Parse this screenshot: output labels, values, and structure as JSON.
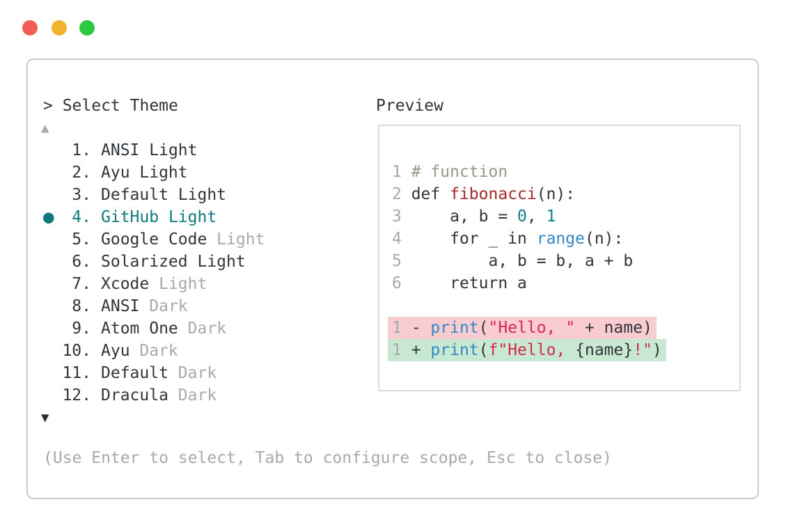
{
  "window": {
    "traffic_lights": [
      {
        "name": "close",
        "color": "#f35b55"
      },
      {
        "name": "minimize",
        "color": "#f2b32c"
      },
      {
        "name": "zoom",
        "color": "#2cc940"
      }
    ]
  },
  "colors": {
    "teal": "#0f7a7d",
    "text": "#30353a",
    "muted": "#a9a9a9",
    "comment": "#999988",
    "fn-red": "#a32b2b",
    "number-teal": "#0d8085",
    "builtin-blue": "#3389c5",
    "string-crimson": "#d6294f",
    "del-bg": "#f8ccd0",
    "add-bg": "#c8e8d2",
    "border": "#cbcbcb",
    "preview-border": "#dcdcdc"
  },
  "picker": {
    "title": "> Select Theme",
    "scroll_up": "▲",
    "scroll_down": "▼",
    "selected_marker": "●",
    "items": [
      {
        "number": "1.",
        "name": "ANSI",
        "variant": "Light",
        "variant_muted": false,
        "selected": false
      },
      {
        "number": "2.",
        "name": "Ayu",
        "variant": "Light",
        "variant_muted": false,
        "selected": false
      },
      {
        "number": "3.",
        "name": "Default",
        "variant": "Light",
        "variant_muted": false,
        "selected": false
      },
      {
        "number": "4.",
        "name": "GitHub",
        "variant": "Light",
        "variant_muted": false,
        "selected": true
      },
      {
        "number": "5.",
        "name": "Google Code",
        "variant": "Light",
        "variant_muted": true,
        "selected": false
      },
      {
        "number": "6.",
        "name": "Solarized",
        "variant": "Light",
        "variant_muted": false,
        "selected": false
      },
      {
        "number": "7.",
        "name": "Xcode",
        "variant": "Light",
        "variant_muted": true,
        "selected": false
      },
      {
        "number": "8.",
        "name": "ANSI",
        "variant": "Dark",
        "variant_muted": true,
        "selected": false
      },
      {
        "number": "9.",
        "name": "Atom One",
        "variant": "Dark",
        "variant_muted": true,
        "selected": false
      },
      {
        "number": "10.",
        "name": "Ayu",
        "variant": "Dark",
        "variant_muted": true,
        "selected": false
      },
      {
        "number": "11.",
        "name": "Default",
        "variant": "Dark",
        "variant_muted": true,
        "selected": false
      },
      {
        "number": "12.",
        "name": "Dracula",
        "variant": "Dark",
        "variant_muted": true,
        "selected": false
      }
    ],
    "footer": "(Use Enter to select, Tab to configure scope, Esc to close)"
  },
  "preview": {
    "title": "Preview",
    "code_lines": [
      {
        "tokens": [
          {
            "t": "1",
            "c": "ln"
          },
          {
            "t": " ",
            "c": "pl"
          },
          {
            "t": "# function",
            "c": "cm"
          }
        ]
      },
      {
        "tokens": [
          {
            "t": "2",
            "c": "ln"
          },
          {
            "t": " def ",
            "c": "pl"
          },
          {
            "t": "fibonacci",
            "c": "fn"
          },
          {
            "t": "(n):",
            "c": "pl"
          }
        ]
      },
      {
        "tokens": [
          {
            "t": "3",
            "c": "ln"
          },
          {
            "t": "     a, b = ",
            "c": "pl"
          },
          {
            "t": "0",
            "c": "num"
          },
          {
            "t": ", ",
            "c": "pl"
          },
          {
            "t": "1",
            "c": "num"
          }
        ]
      },
      {
        "tokens": [
          {
            "t": "4",
            "c": "ln"
          },
          {
            "t": "     for _ in ",
            "c": "pl"
          },
          {
            "t": "range",
            "c": "bi"
          },
          {
            "t": "(n):",
            "c": "pl"
          }
        ]
      },
      {
        "tokens": [
          {
            "t": "5",
            "c": "ln"
          },
          {
            "t": "         a, b = b, a + b",
            "c": "pl"
          }
        ]
      },
      {
        "tokens": [
          {
            "t": "6",
            "c": "ln"
          },
          {
            "t": "     return a",
            "c": "pl"
          }
        ]
      },
      {
        "tokens": []
      },
      {
        "diff": "del",
        "tokens": [
          {
            "t": "1",
            "c": "ln"
          },
          {
            "t": " - ",
            "c": "pl"
          },
          {
            "t": "print",
            "c": "bi"
          },
          {
            "t": "(",
            "c": "pl"
          },
          {
            "t": "\"Hello, \"",
            "c": "st"
          },
          {
            "t": " + name)",
            "c": "pl"
          }
        ]
      },
      {
        "diff": "add",
        "tokens": [
          {
            "t": "1",
            "c": "ln"
          },
          {
            "t": " + ",
            "c": "pl"
          },
          {
            "t": "print",
            "c": "bi"
          },
          {
            "t": "(",
            "c": "pl"
          },
          {
            "t": "f\"Hello, ",
            "c": "st"
          },
          {
            "t": "{name}",
            "c": "pl"
          },
          {
            "t": "!\"",
            "c": "st"
          },
          {
            "t": ")",
            "c": "pl"
          }
        ]
      }
    ]
  }
}
